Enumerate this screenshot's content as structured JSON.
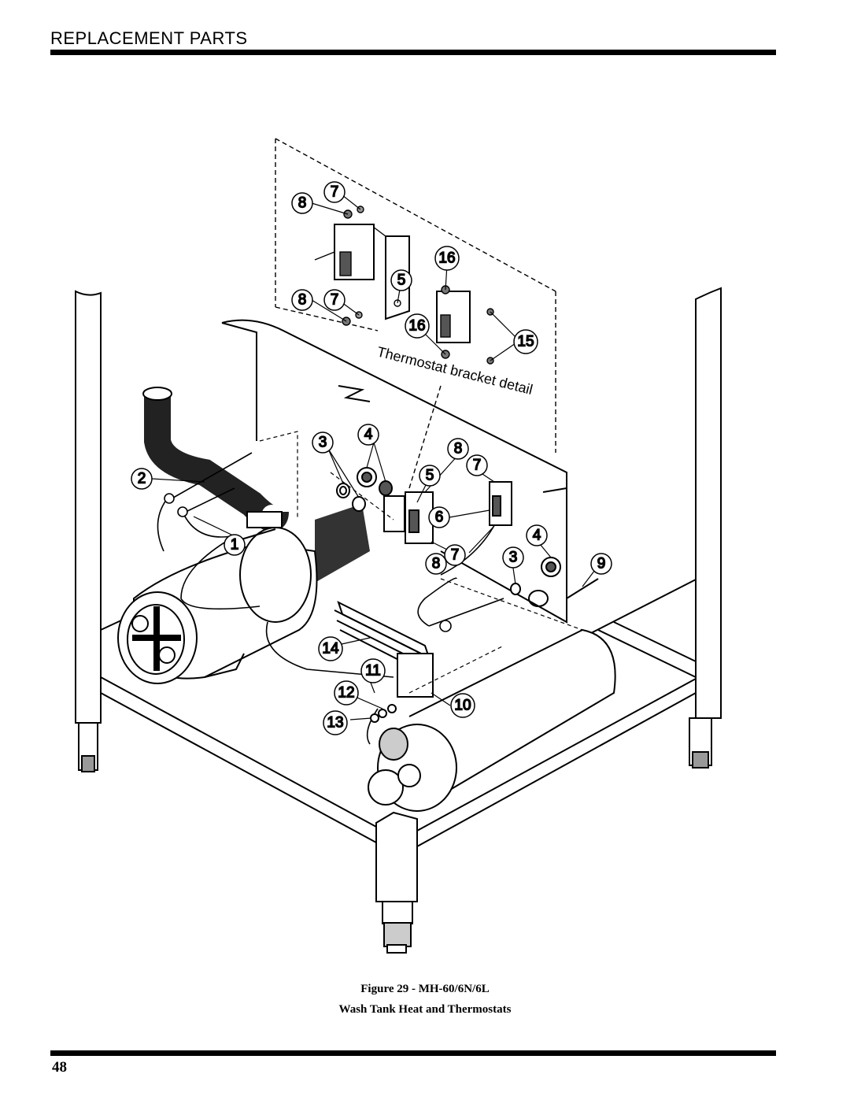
{
  "header": {
    "title": "REPLACEMENT PARTS"
  },
  "figure": {
    "caption_line1": "Figure 29 - MH-60/6N/6L",
    "caption_line2": "Wash Tank Heat and Thermostats",
    "detail_label": "Thermostat bracket detail",
    "callouts": {
      "c1": "1",
      "c2": "2",
      "c3a": "3",
      "c3b": "3",
      "c4a": "4",
      "c4b": "4",
      "c5a": "5",
      "c5b": "5",
      "c6": "6",
      "c7a": "7",
      "c7b": "7",
      "c7c": "7",
      "c7d": "7",
      "c8a": "8",
      "c8b": "8",
      "c8c": "8",
      "c8d": "8",
      "c9": "9",
      "c10": "10",
      "c11": "11",
      "c12": "12",
      "c13": "13",
      "c14": "14",
      "c15": "15",
      "c16a": "16",
      "c16b": "16"
    }
  },
  "footer": {
    "page_number": "48"
  }
}
